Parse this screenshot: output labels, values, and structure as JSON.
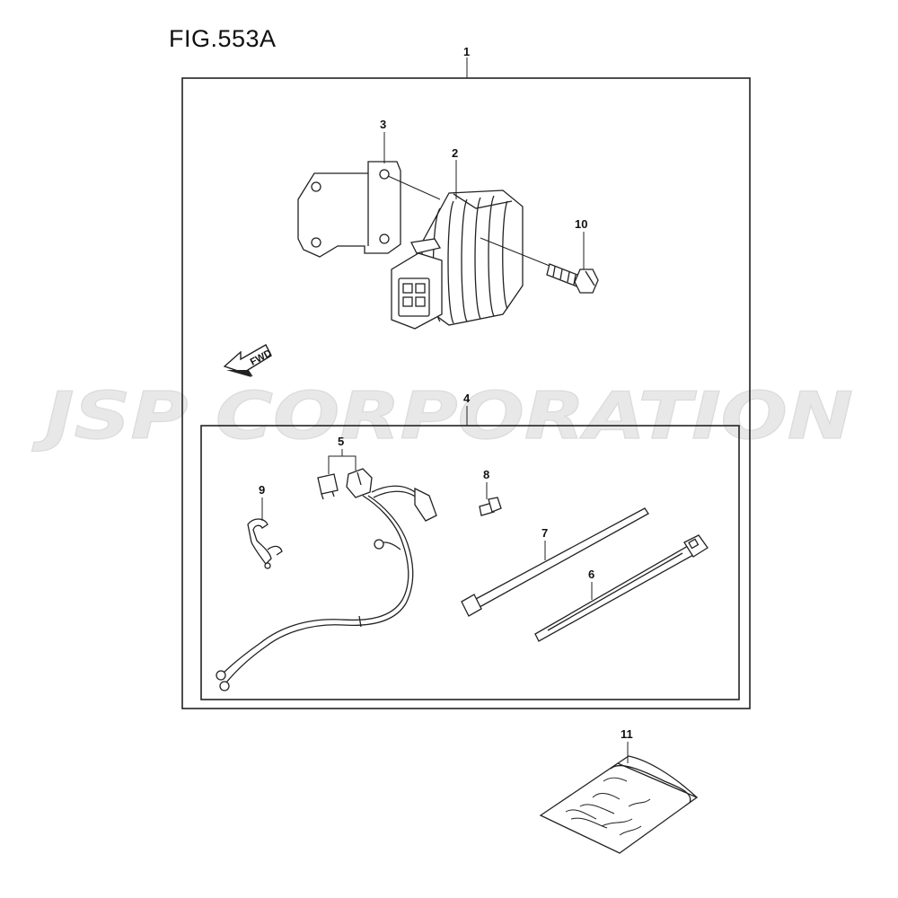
{
  "figure": {
    "title": "FIG.553A"
  },
  "watermark": {
    "text": "JSP CORPORATION",
    "color": "#e6e6e6"
  },
  "direction_arrow": {
    "label": "FWD"
  },
  "callouts": {
    "c1": "1",
    "c2": "2",
    "c3": "3",
    "c4": "4",
    "c5": "5",
    "c6": "6",
    "c7": "7",
    "c8": "8",
    "c9": "9",
    "c10": "10",
    "c11": "11"
  }
}
